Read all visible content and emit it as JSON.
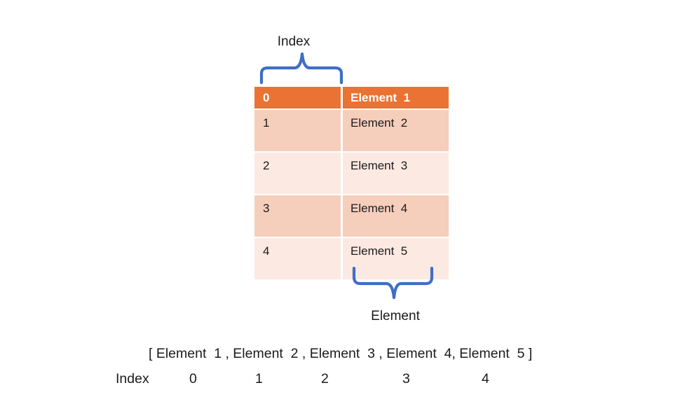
{
  "labels": {
    "index_brace": "Index",
    "element_brace": "Element"
  },
  "table": {
    "rows": [
      {
        "index": "0",
        "element": "Element  1"
      },
      {
        "index": "1",
        "element": "Element  2"
      },
      {
        "index": "2",
        "element": "Element  3"
      },
      {
        "index": "3",
        "element": "Element  4"
      },
      {
        "index": "4",
        "element": "Element  5"
      }
    ]
  },
  "array_line": "[ Element  1 , Element  2 , Element  3 , Element  4, Element  5 ]",
  "index_row": {
    "label": "Index",
    "values": [
      "0",
      "1",
      "2",
      "3",
      "4"
    ]
  },
  "colors": {
    "header_bg": "#EA7334",
    "row_shaded": "#F6CEBC",
    "row_light": "#FCE9E2",
    "brace_blue": "#3F6EC6",
    "header_text": "#FFFFFF",
    "body_text": "#1C1C1C"
  }
}
